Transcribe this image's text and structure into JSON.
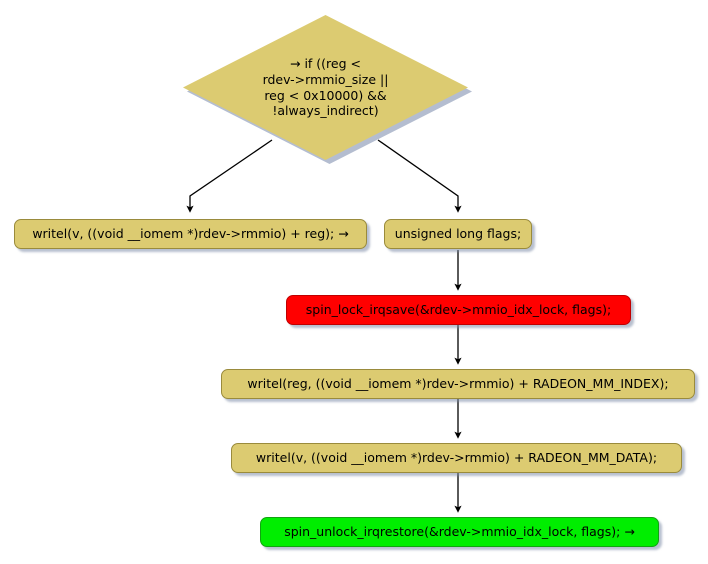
{
  "diagram": {
    "type": "control-flow-graph",
    "title": "",
    "colors": {
      "node_fill": "#dccb71",
      "node_border": "#9a8b3c",
      "highlight_red": "#ff0000",
      "highlight_green": "#00ee00",
      "shadow": "#b4bdd0",
      "edge": "#000000",
      "background": "#ffffff"
    },
    "nodes": [
      {
        "id": "cond",
        "shape": "diamond",
        "fill": "#dccb71",
        "label": "→ if ((reg <\nrdev->rmmio_size ||\nreg < 0x10000) &&\n!always_indirect)"
      },
      {
        "id": "direct_write",
        "shape": "box",
        "fill": "#dccb71",
        "label": "writel(v, ((void __iomem *)rdev->rmmio) + reg); →"
      },
      {
        "id": "flags_decl",
        "shape": "box",
        "fill": "#dccb71",
        "label": "unsigned long flags;"
      },
      {
        "id": "spin_lock",
        "shape": "box",
        "fill": "#ff0000",
        "label": "spin_lock_irqsave(&rdev->mmio_idx_lock, flags);"
      },
      {
        "id": "write_index",
        "shape": "box",
        "fill": "#dccb71",
        "label": "writel(reg, ((void __iomem *)rdev->rmmio) + RADEON_MM_INDEX);"
      },
      {
        "id": "write_data",
        "shape": "box",
        "fill": "#dccb71",
        "label": "writel(v, ((void __iomem *)rdev->rmmio) + RADEON_MM_DATA);"
      },
      {
        "id": "spin_unlock",
        "shape": "box",
        "fill": "#00ee00",
        "label": "spin_unlock_irqrestore(&rdev->mmio_idx_lock, flags); →"
      }
    ],
    "edges": [
      {
        "from": "cond",
        "to": "direct_write",
        "label": ""
      },
      {
        "from": "cond",
        "to": "flags_decl",
        "label": ""
      },
      {
        "from": "flags_decl",
        "to": "spin_lock",
        "label": ""
      },
      {
        "from": "spin_lock",
        "to": "write_index",
        "label": ""
      },
      {
        "from": "write_index",
        "to": "write_data",
        "label": ""
      },
      {
        "from": "write_data",
        "to": "spin_unlock",
        "label": ""
      }
    ]
  }
}
